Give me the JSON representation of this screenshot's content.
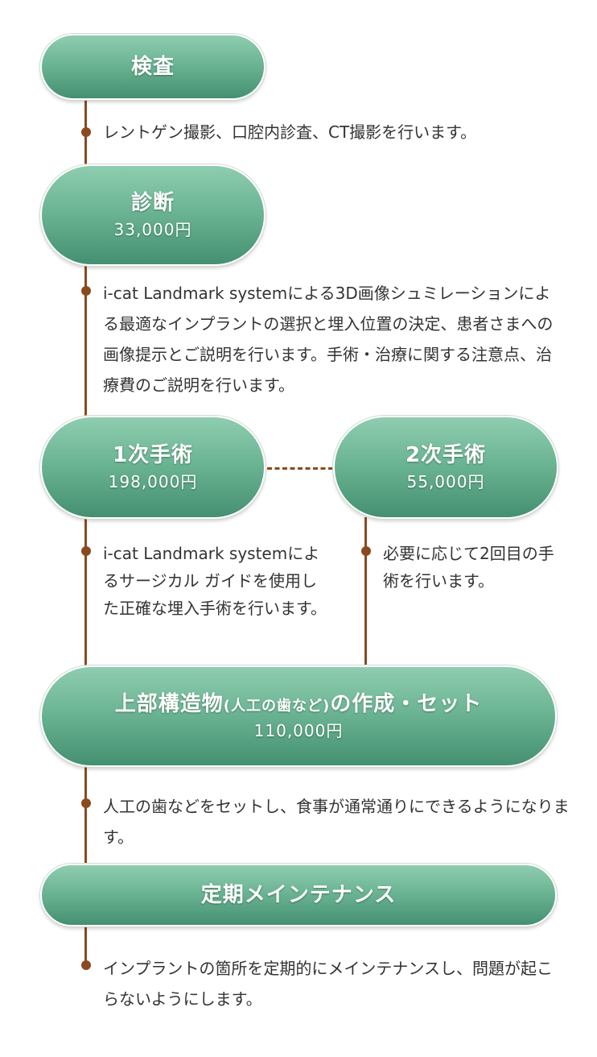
{
  "steps": {
    "kensa": {
      "title": "検査",
      "desc": "レントゲン撮影、口腔内診査、CT撮影を行います。"
    },
    "shindan": {
      "title": "診断",
      "price": "33,000円",
      "desc": "i-cat Landmark systemによる3D画像シュミレーションによる最適なインプラントの選択と埋入位置の決定、患者さまへの画像提示とご説明を行います。手術・治療に関する注意点、治療費のご説明を行います。"
    },
    "surgery1": {
      "title": "1次手術",
      "price": "198,000円",
      "desc": "i-cat Landmark systemによるサージカル ガイドを使用した正確な埋入手術を行います。"
    },
    "surgery2": {
      "title": "2次手術",
      "price": "55,000円",
      "desc": "必要に応じて2回目の手術を行います。"
    },
    "superstructure": {
      "title_main": "上部構造物",
      "title_note": "(人工の歯など)",
      "title_tail": "の作成・セット",
      "price": "110,000円",
      "desc": "人工の歯などをセットし、食事が通常通りにできるようになります。"
    },
    "maintenance": {
      "title": "定期メインテナンス",
      "desc": "インプラントの箇所を定期的にメインテナンスし、問題が起こらないようにします。"
    }
  },
  "colors": {
    "pill_top": "#8fcdb0",
    "pill_bottom": "#449071",
    "connector": "#8a4a1f"
  }
}
